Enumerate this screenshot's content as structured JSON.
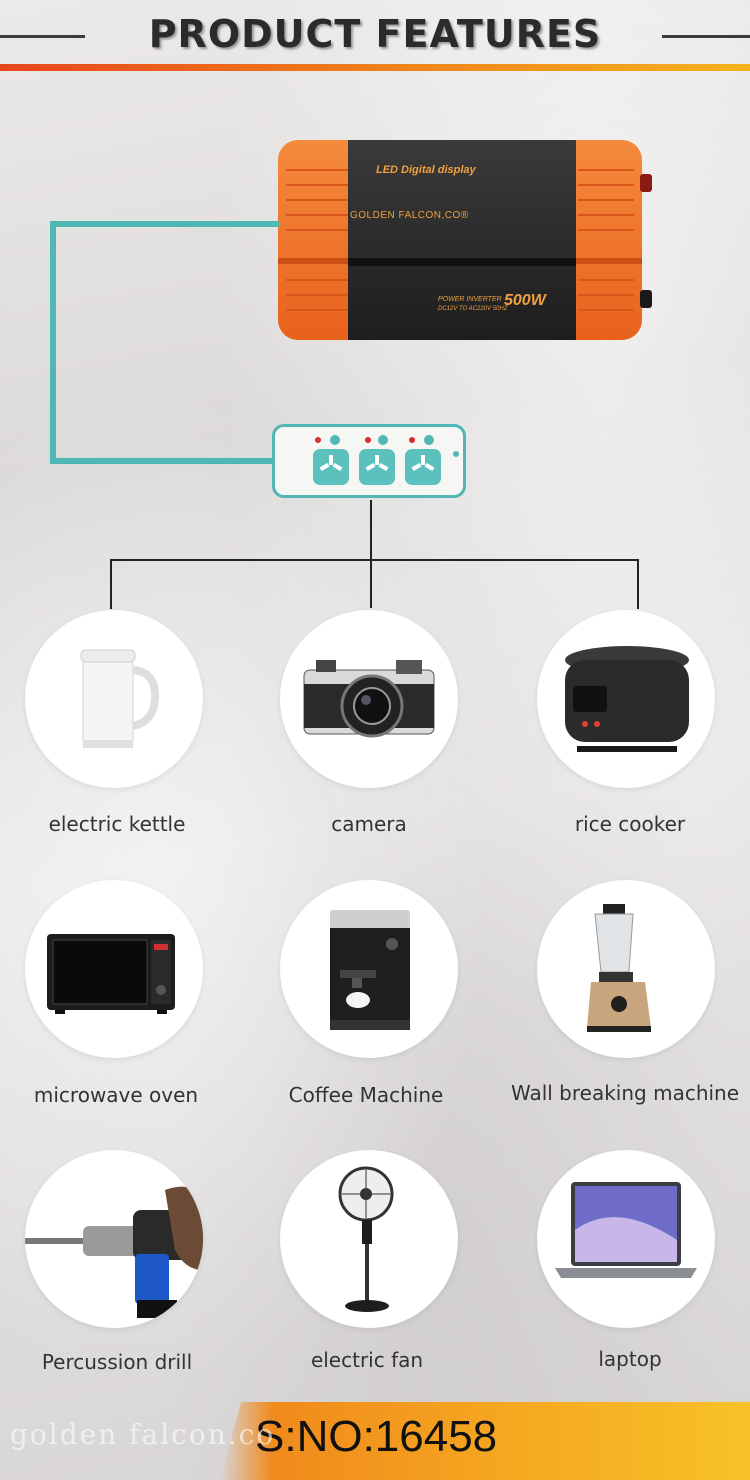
{
  "header": {
    "title": "PRODUCT FEATURES"
  },
  "device": {
    "display_label": "LED Digital display",
    "brand": "GOLDEN FALCON,CO®",
    "model_line1": "POWER INVERTER",
    "model_line2": "DC12V TO AC220V 50HZ",
    "wattage": "500W"
  },
  "appliances": [
    {
      "name": "electric kettle",
      "icon": "kettle-icon"
    },
    {
      "name": "camera",
      "icon": "camera-icon"
    },
    {
      "name": "rice cooker",
      "icon": "rice-cooker-icon"
    },
    {
      "name": "microwave oven",
      "icon": "microwave-icon"
    },
    {
      "name": "Coffee Machine",
      "icon": "coffee-machine-icon"
    },
    {
      "name": "Wall breaking machine",
      "icon": "blender-icon"
    },
    {
      "name": "Percussion drill",
      "icon": "drill-icon"
    },
    {
      "name": "electric fan",
      "icon": "fan-icon"
    },
    {
      "name": "laptop",
      "icon": "laptop-icon"
    }
  ],
  "footer": {
    "serial": "S:NO:16458",
    "watermark": "golden falcon.co"
  },
  "colors": {
    "accent_orange": "#f08a1c",
    "teal": "#4fb7b4",
    "device_orange": "#f07a2c"
  }
}
